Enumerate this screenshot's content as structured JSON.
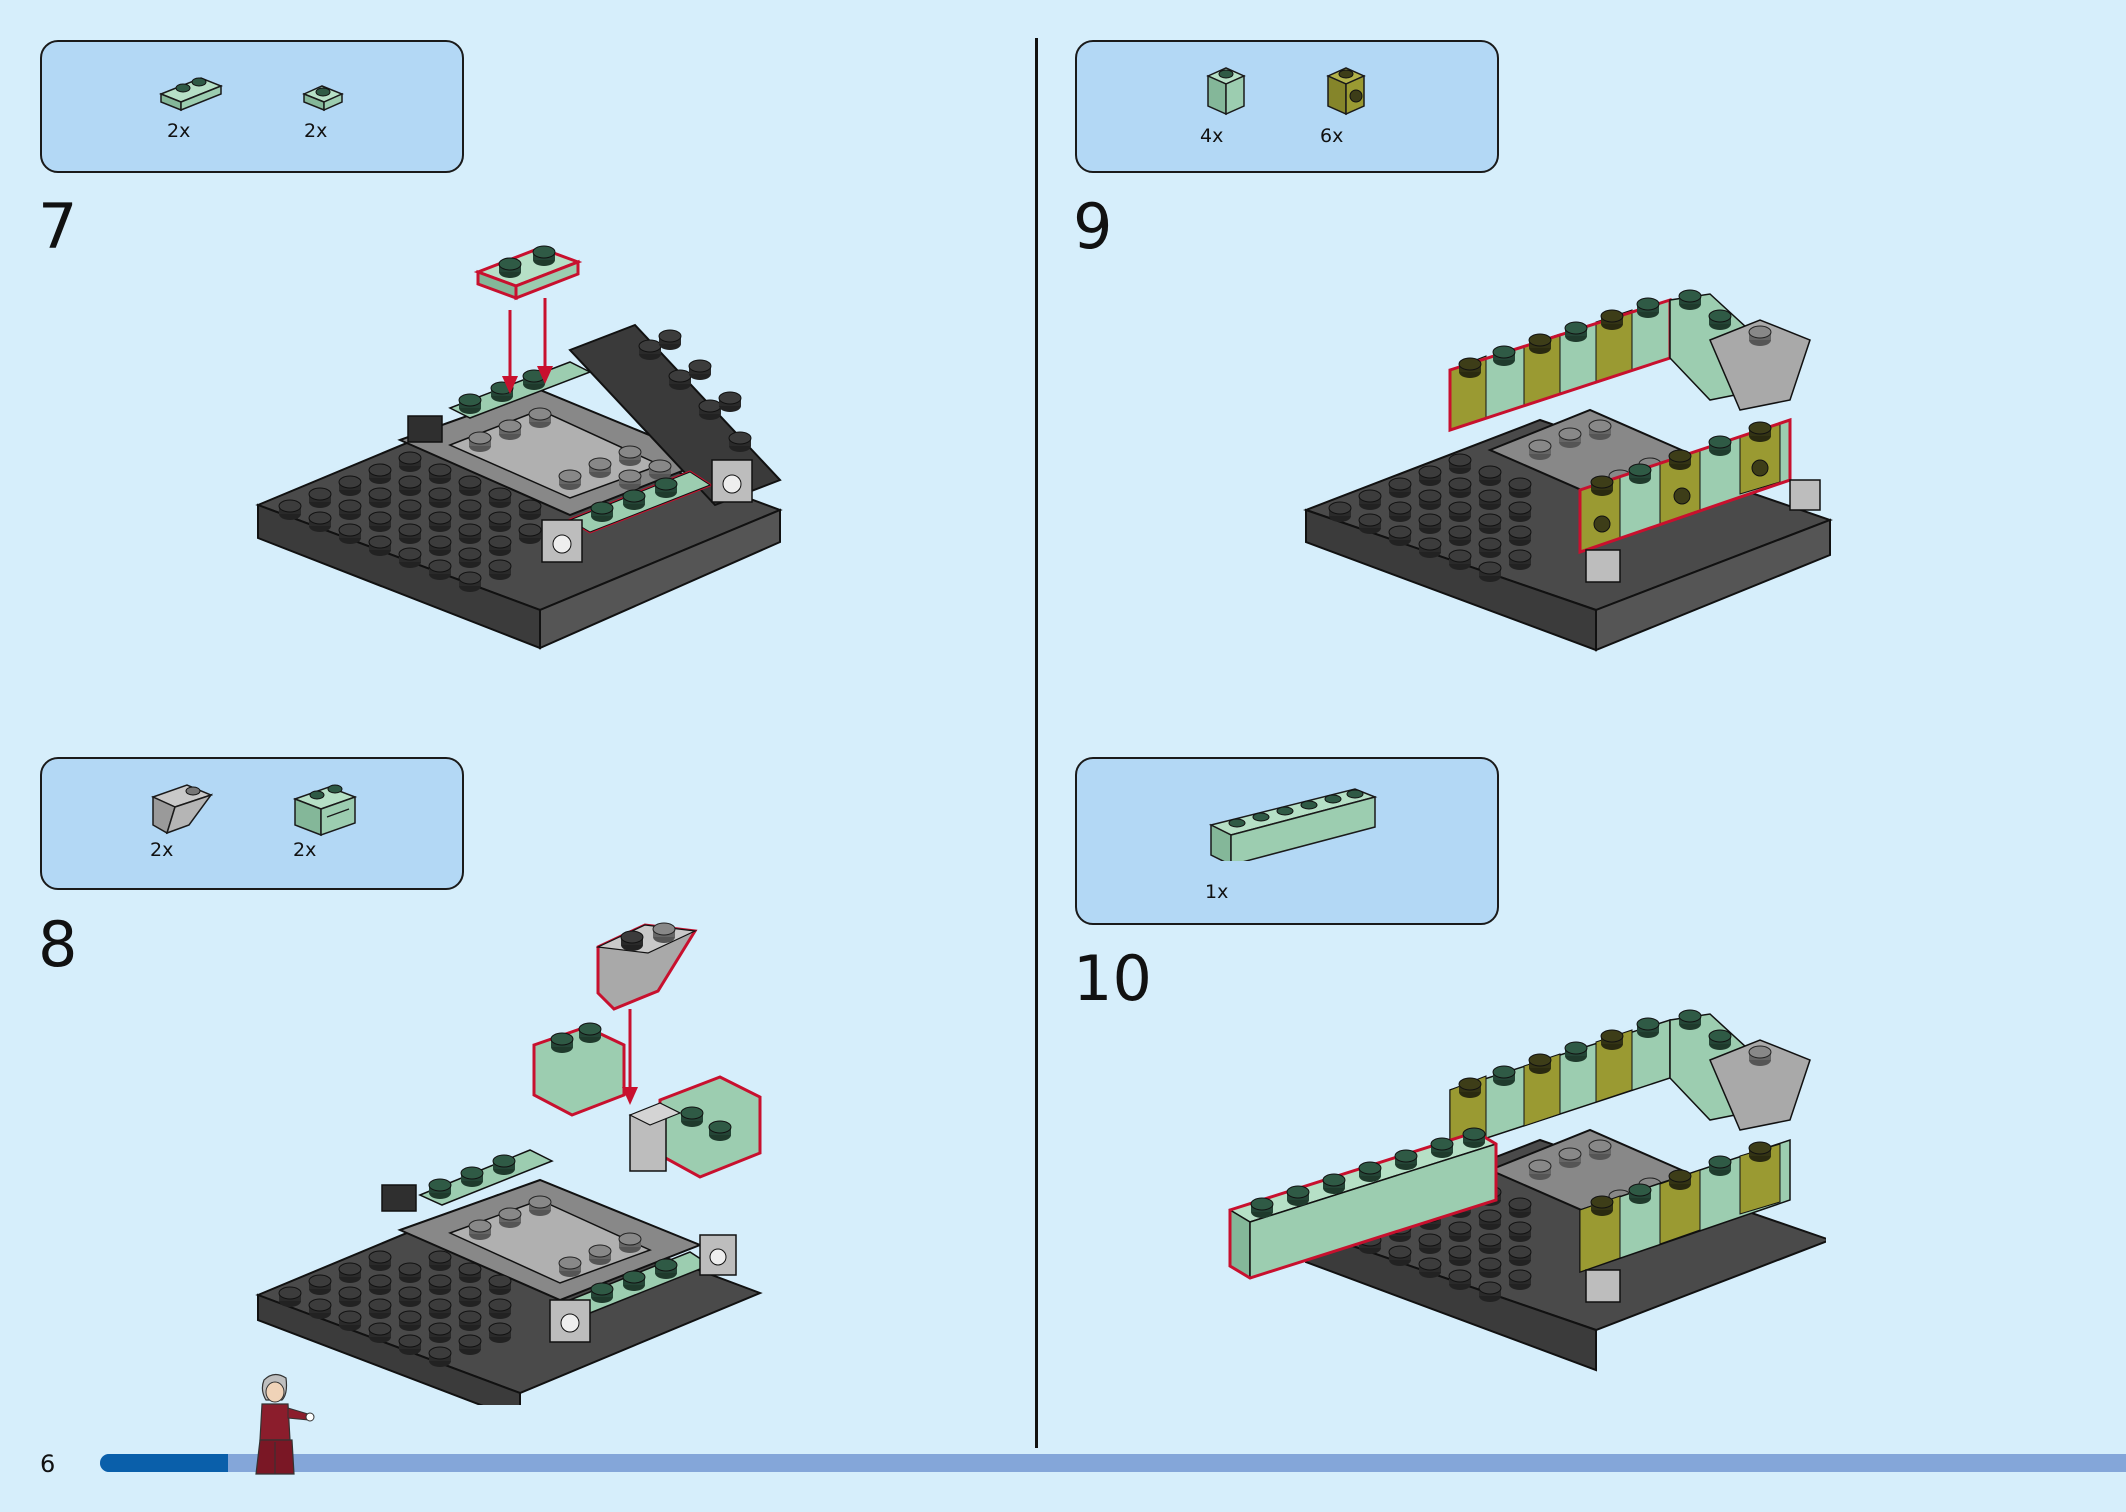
{
  "steps": [
    {
      "number": "7",
      "parts": [
        {
          "qty": "2x",
          "icon": "plate-1x2-sand-green-icon"
        },
        {
          "qty": "2x",
          "icon": "plate-1x1-sand-green-icon"
        }
      ]
    },
    {
      "number": "8",
      "parts": [
        {
          "qty": "2x",
          "icon": "slope-inverted-light-grey-icon"
        },
        {
          "qty": "2x",
          "icon": "brick-modified-sand-green-icon"
        }
      ]
    },
    {
      "number": "9",
      "parts": [
        {
          "qty": "4x",
          "icon": "brick-1x1-sand-green-icon"
        },
        {
          "qty": "6x",
          "icon": "brick-1x1-stud-olive-icon"
        }
      ]
    },
    {
      "number": "10",
      "parts": [
        {
          "qty": "1x",
          "icon": "brick-1x6-sand-green-icon"
        }
      ]
    }
  ],
  "page": {
    "number": "6",
    "progress": 0.063
  },
  "colors": {
    "background": "#d6eefb",
    "parts_box": "#b3d8f5",
    "sand_green": "#9ccdb0",
    "olive": "#9a9a32",
    "dark_grey": "#5a5a5a",
    "light_grey": "#a9a9a9",
    "highlight": "#c8102e",
    "progress_fill": "#0a5faa",
    "progress_track": "#84a6d9"
  }
}
